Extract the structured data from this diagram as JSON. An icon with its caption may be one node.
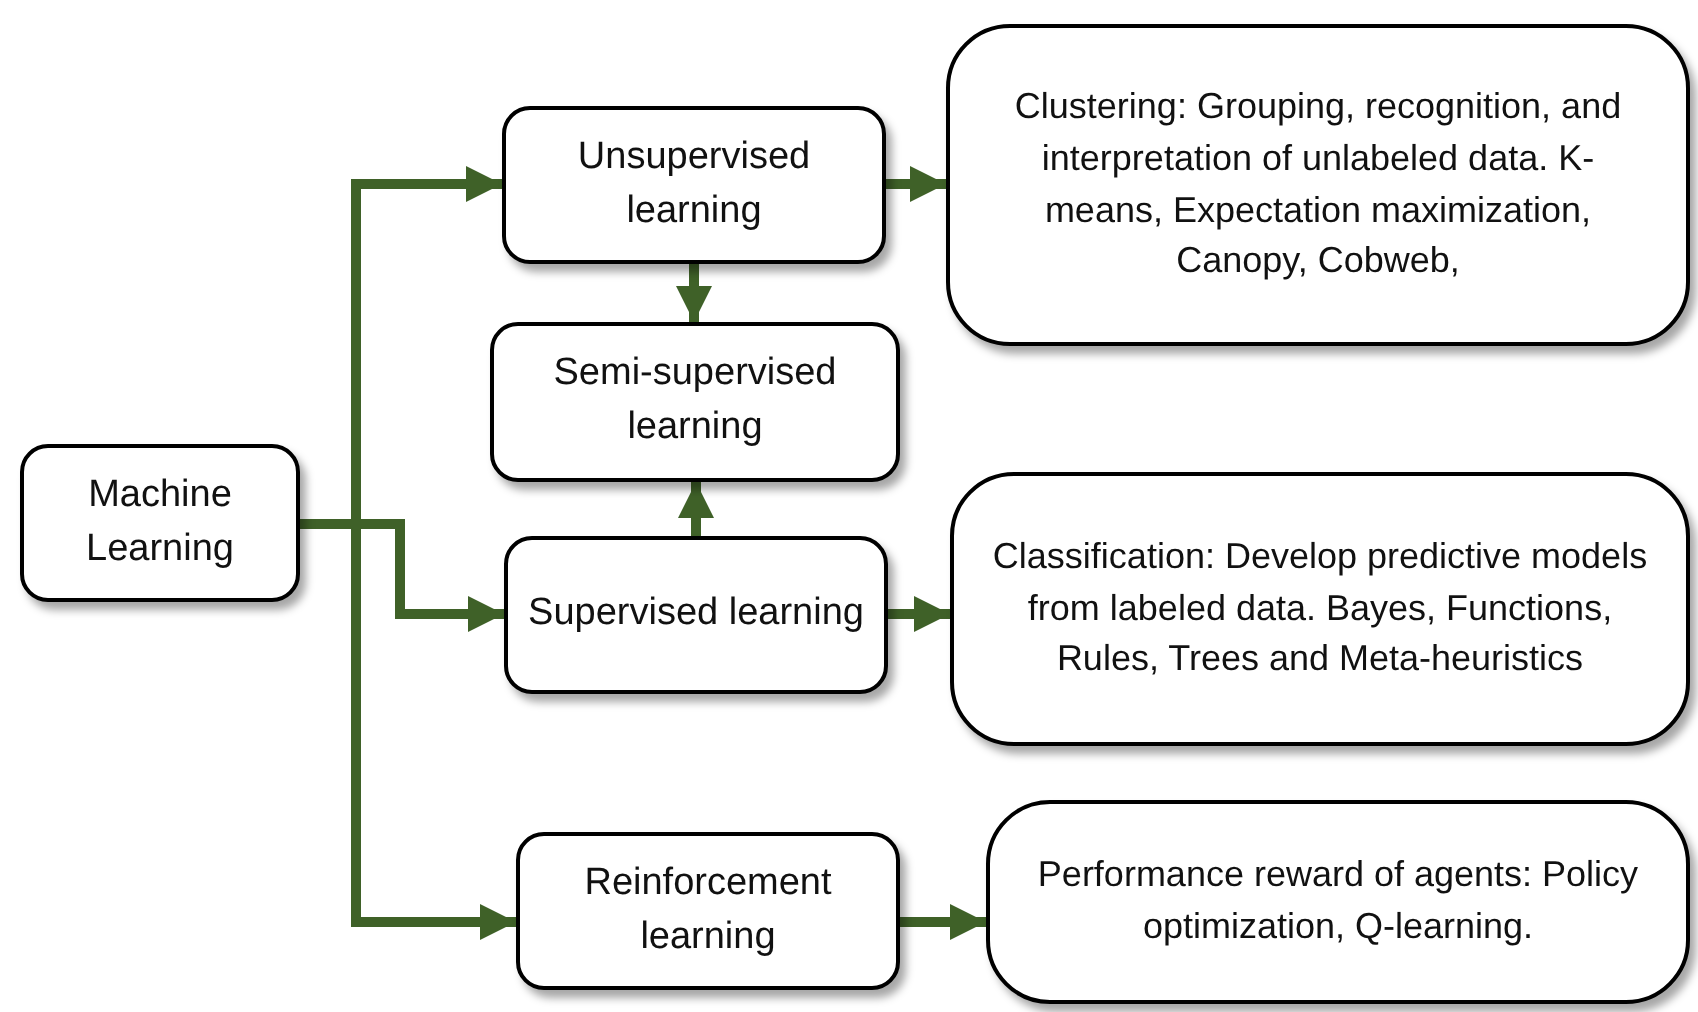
{
  "diagram": {
    "nodes": [
      {
        "text": [
          "Machine Learning"
        ]
      },
      {
        "text": [
          "Unsupervised learning"
        ]
      },
      {
        "text": [
          "Semi-supervised learning"
        ]
      },
      {
        "text": [
          "Supervised learning"
        ]
      },
      {
        "text": [
          "Reinforcement learning"
        ]
      },
      {
        "text": [
          "Clustering: Grouping, recognition, and interpretation of unlabeled data. K-means, Expectation maximization, Canopy, Cobweb,"
        ]
      },
      {
        "text": [
          "Classification: Develop predictive models from labeled data. Bayes, Functions, Rules, Trees and Meta-heuristics"
        ]
      },
      {
        "text": [
          "Performance reward of agents: Policy optimization, Q-learning."
        ]
      }
    ],
    "edges": [
      {
        "from": 0,
        "to": 1,
        "arrow": "to"
      },
      {
        "from": 0,
        "to": 3,
        "arrow": "to"
      },
      {
        "from": 0,
        "to": 4,
        "arrow": "to"
      },
      {
        "from": 1,
        "to": 2,
        "arrow": "to"
      },
      {
        "from": 3,
        "to": 2,
        "arrow": "to"
      },
      {
        "from": 1,
        "to": 5,
        "arrow": "to"
      },
      {
        "from": 3,
        "to": 6,
        "arrow": "to"
      },
      {
        "from": 4,
        "to": 7,
        "arrow": "to"
      }
    ]
  }
}
